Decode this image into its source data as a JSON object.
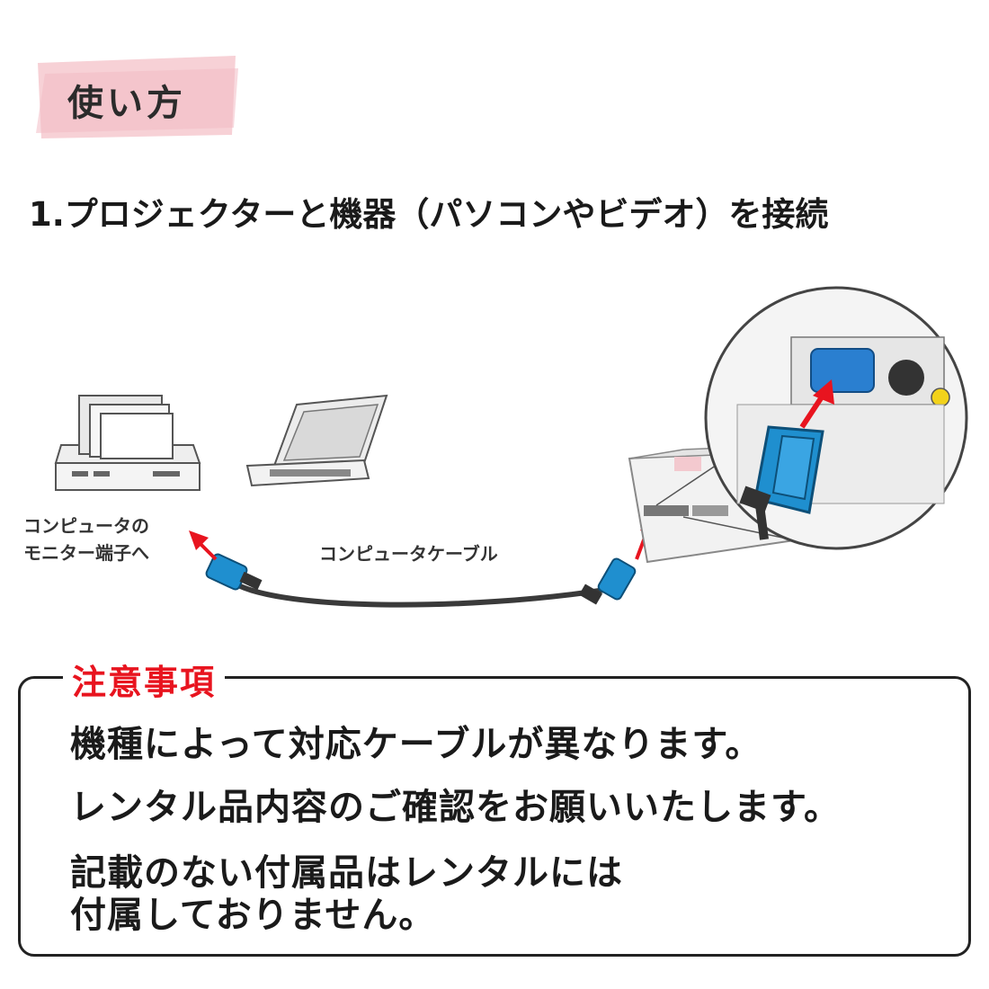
{
  "section_tag": {
    "label": "使い方",
    "tape_color": "#f6c9cf"
  },
  "step": {
    "heading": "1.プロジェクターと機器（パソコンやビデオ）を接続"
  },
  "diagram": {
    "monitor_label_line1": "コンピュータの",
    "monitor_label_line2": "モニター端子へ",
    "cable_label": "コンピュータケーブル",
    "accent_color": "#e8141f",
    "connector_color": "#1f8fcf"
  },
  "notice": {
    "title": "注意事項",
    "lines": [
      "機種によって対応ケーブルが異なります。",
      "レンタル品内容のご確認をお願いいたします。",
      "記載のない付属品はレンタルには",
      "付属しておりません。"
    ]
  }
}
